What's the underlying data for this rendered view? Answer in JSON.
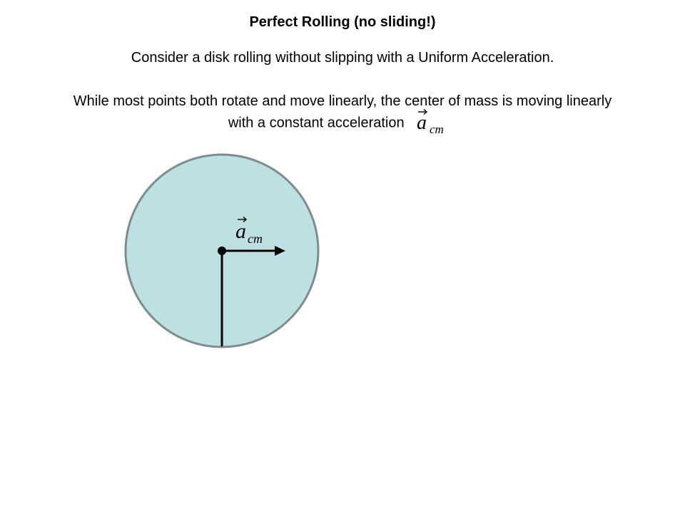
{
  "slide": {
    "title": "Perfect Rolling (no sliding!)",
    "paragraph1": "Consider a disk rolling without slipping with a Uniform Acceleration.",
    "paragraph2_line1": "While most points both rotate and move linearly, the center of mass is moving linearly",
    "paragraph2_line2": "with a constant acceleration"
  },
  "equation": {
    "symbol": "a",
    "subscript": "cm"
  },
  "colors": {
    "disk_fill": "#bde0e3",
    "disk_stroke": "#7d8c8f",
    "ground": "#3a3a3a",
    "ink": "#000000"
  }
}
